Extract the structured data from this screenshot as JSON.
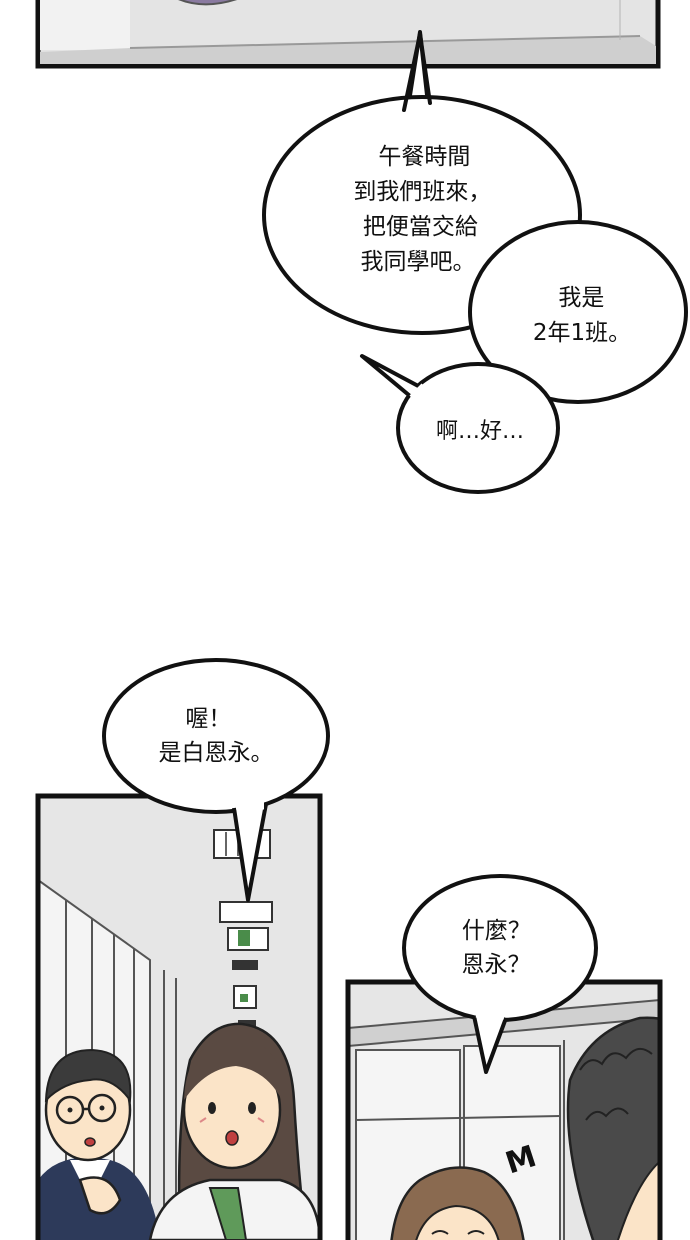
{
  "colors": {
    "ink": "#111111",
    "paper": "#ffffff",
    "wall": "#e2e2e2",
    "floor": "#cfcfcf",
    "hair": "#5a4a42",
    "skin": "#fbe4c8",
    "shirt": "#f4f4f4",
    "tie": "#5f9a5a",
    "exit_sign": "#4a8c4a"
  },
  "bubbles": {
    "lunch": {
      "lines": [
        "午餐時間",
        "到我們班來，",
        "把便當交給",
        "我同學吧。"
      ]
    },
    "class": {
      "lines": [
        "我是",
        "2年1班。"
      ]
    },
    "ok": {
      "lines": [
        "啊…好…"
      ]
    },
    "oh": {
      "lines": [
        "喔！",
        "是白恩永。"
      ]
    },
    "what": {
      "lines": [
        "什麼？",
        "恩永？"
      ]
    }
  },
  "sfx": {
    "mark": "M"
  }
}
